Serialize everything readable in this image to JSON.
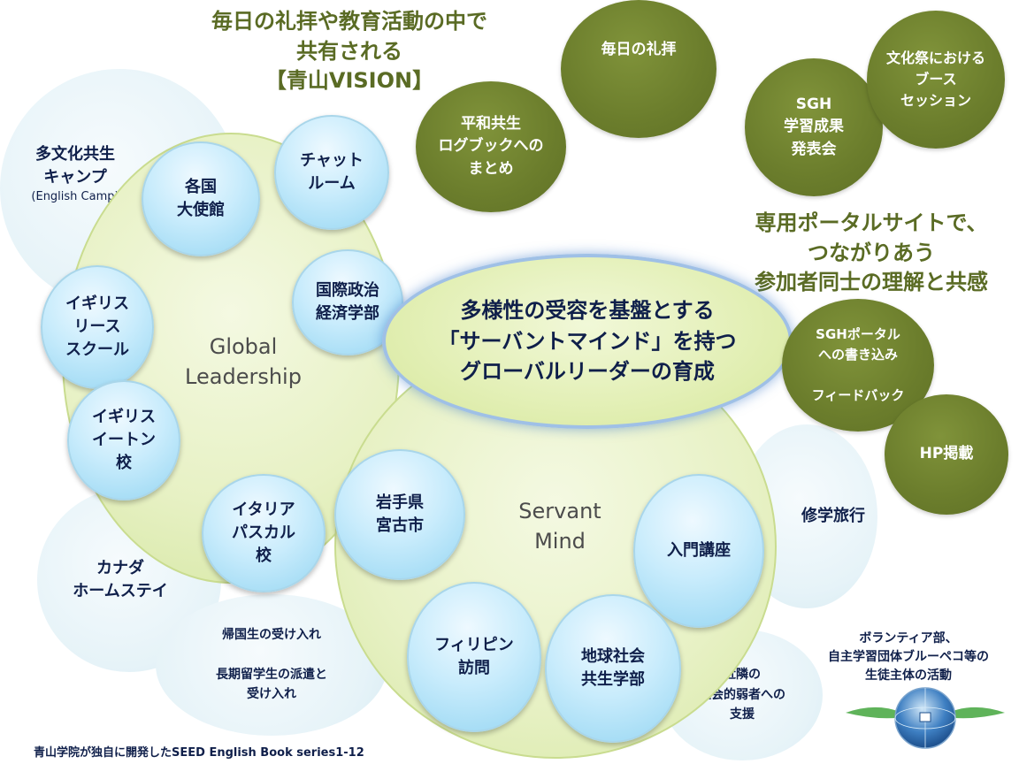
{
  "title": "毎日の礼拝や教育活動の中で\n共有される\n【青山VISION】",
  "portal_text": "専用ポータルサイトで、\nつながりあう\n参加者同士の理解と共感",
  "center": "多様性の受容を基盤とする\n「サーバントマインド」を持つ\nグローバルリーダーの育成",
  "global_label": "Global\nLeadership",
  "servant_label": "Servant\nMind",
  "multicultural": {
    "main": "多文化共生\nキャンプ",
    "sub": "(English Camp)"
  },
  "global_circles": {
    "embassies": "各国\n大使館",
    "chatroom": "チャット\nルーム",
    "politics": "国際政治\n経済学部",
    "rees": "イギリス\nリース\nスクール",
    "eton": "イギリス\nイートン\n校",
    "pascal": "イタリア\nパスカル\n校"
  },
  "servant_circles": {
    "miyako": "岩手県\n宮古市",
    "intro": "入門講座",
    "philippines": "フィリピン\n訪問",
    "earth": "地球社会\n共生学部"
  },
  "pale_circles": {
    "canada": "カナダ\nホームステイ",
    "returnee": "帰国生の受け入れ\n\n長期留学生の派遣と\n受け入れ",
    "school_trip": "修学旅行",
    "neighbors": "近隣の\n社会的弱者への\n支援"
  },
  "olive_circles": {
    "peace": "平和共生\nログブックへの\nまとめ",
    "worship": "毎日の礼拝",
    "sgh": "SGH\n学習成果\n発表会",
    "festival": "文化祭における\nブース\nセッション",
    "portal": "SGHポータル\nへの書き込み\n\nフィードバック",
    "hp": "HP掲載"
  },
  "volunteer": "ボランティア部、\n自主学習団体ブルーペコ等の\n生徒主体の活動",
  "footer": "青山学院が独自に開発したSEED English Book series1-12",
  "colors": {
    "olive": "#6b7d2c",
    "light_green": "#e2efb4",
    "light_blue": "#c9ecfc",
    "navy": "#0f1f4a"
  }
}
